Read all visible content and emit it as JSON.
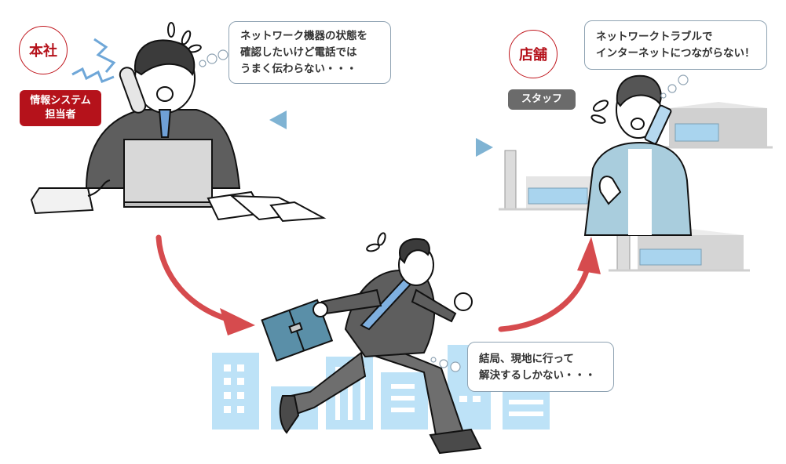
{
  "headquarters": {
    "label": "本社",
    "role_badge": [
      "情報システム",
      "担当者"
    ],
    "thought": [
      "ネットワーク機器の状態を",
      "確認したいけど電話では",
      "うまく伝わらない・・・"
    ]
  },
  "store": {
    "label": "店舗",
    "role_badge": "スタッフ",
    "thought": [
      "ネットワークトラブルで",
      "インターネットにつながらない！"
    ]
  },
  "field_visit": {
    "thought": [
      "結局、現地に行って",
      "解決するしかない・・・"
    ]
  },
  "colors": {
    "accent_red": "#c0161d",
    "badge_red": "#b5121b",
    "badge_gray": "#6b6b6b",
    "arrow_red": "#d64b4e",
    "arrow_blue": "#7fb3d3",
    "city_blue": "#bde2f7",
    "suit_gray": "#5e5e5e",
    "jacket_blue": "#a9cddd",
    "briefcase": "#5a8fa8",
    "bubble_border": "#8fa3b3"
  },
  "icons": {
    "hq_person": "worried-office-worker-on-phone-icon",
    "store_person": "worried-store-staff-on-phone-icon",
    "runner": "running-businessman-icon",
    "store_building": "store-building-icon",
    "city": "city-buildings-icon",
    "arrow_left": "dotted-arrow-left-icon",
    "arrow_right": "dotted-arrow-right-icon",
    "curved_arrow_down": "curved-arrow-down-icon",
    "curved_arrow_up": "curved-arrow-up-icon"
  }
}
